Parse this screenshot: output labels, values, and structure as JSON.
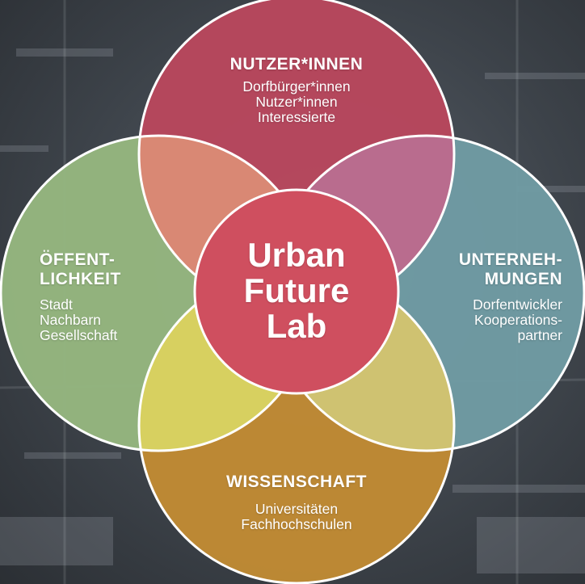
{
  "center": {
    "lines": [
      "Urban",
      "Future",
      "Lab"
    ],
    "color": "#cf4f5f"
  },
  "circles": {
    "top": {
      "title_lines": [
        "NUTZER*INNEN"
      ],
      "items": [
        "Dorfbürger*innen",
        "Nutzer*innen",
        "Interessierte"
      ],
      "color": "#b8475d"
    },
    "left": {
      "title_lines": [
        "ÖFFENT-",
        "LICHKEIT"
      ],
      "items": [
        "Stadt",
        "Nachbarn",
        "Gesellschaft"
      ],
      "color": "#95b67f"
    },
    "right": {
      "title_lines": [
        "UNTERNEH-",
        "MUNGEN"
      ],
      "items": [
        "Dorfentwickler",
        "Kooperations-",
        "partner"
      ],
      "color": "#6f9ba3"
    },
    "bottom": {
      "title_lines": [
        "WISSENSCHAFT"
      ],
      "items": [
        "Universitäten",
        "Fachhochschulen"
      ],
      "color": "#c08a34"
    }
  },
  "overlaps": {
    "top_left": "#d98874",
    "top_right": "#b96c8e",
    "bottom_left": "#d7d060",
    "bottom_right": "#cfc271"
  }
}
